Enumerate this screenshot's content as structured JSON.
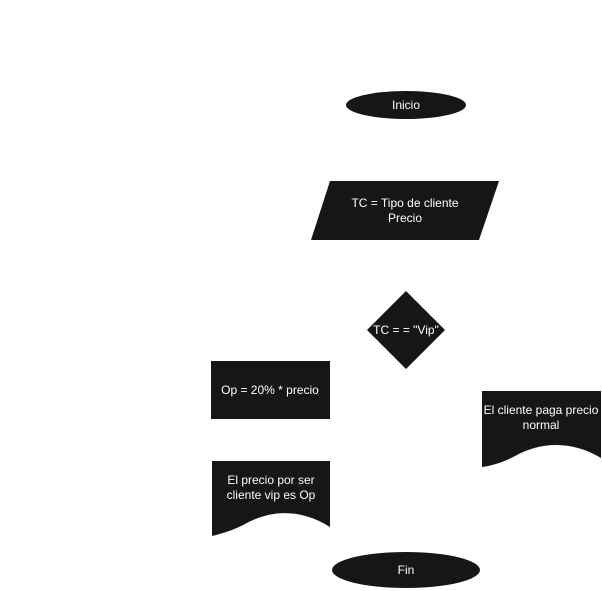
{
  "colors": {
    "background": "#ffffff",
    "shape_fill": "#161616",
    "text": "#ffffff"
  },
  "nodes": {
    "start": {
      "shape": "ellipse",
      "label": "Inicio"
    },
    "input": {
      "shape": "parallelogram",
      "line1": "TC = Tipo de cliente",
      "line2": "Precio"
    },
    "decision": {
      "shape": "diamond",
      "label": "TC = = \"Vip\""
    },
    "process": {
      "shape": "rectangle",
      "label": "Op = 20% * precio"
    },
    "output_vip": {
      "shape": "document",
      "line1": "El precio por ser",
      "line2": "cliente vip es Op"
    },
    "output_normal": {
      "shape": "document",
      "line1": "El cliente paga precio",
      "line2": "normal"
    },
    "end": {
      "shape": "ellipse",
      "label": "Fin"
    }
  }
}
